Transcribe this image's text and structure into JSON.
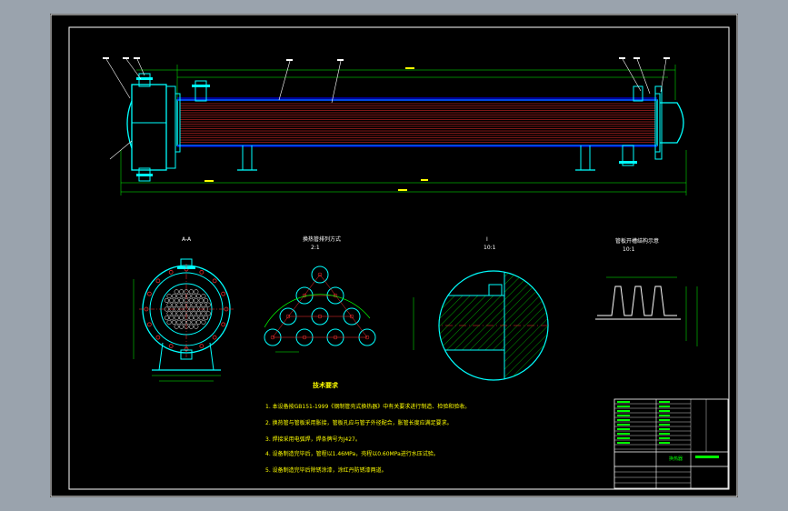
{
  "colors": {
    "paper_bg": "#9aa3ad",
    "sheet": "#000000",
    "frame": "#ffffff",
    "equipment": "#00ffff",
    "dimension": "#00ff00",
    "tubes": "#ff3030",
    "annotation": "#ffff00",
    "hatch": "#00ff00"
  },
  "views": {
    "section_aa_label": "A-A",
    "tube_layout_title": "换热管排列方式",
    "tube_layout_scale": "2:1",
    "detail_i_title": "I",
    "detail_i_scale": "10:1",
    "groove_title": "管板开槽结构示意",
    "groove_scale": "10:1"
  },
  "technical_requirements": {
    "title": "技术要求",
    "items": [
      "1. 本设备按GB151-1999《钢制管壳式换热器》中有关要求进行制造、检验和验收。",
      "2. 换热管与管板采用胀接，管板孔应与管子外径配合，胀管长度应满足要求。",
      "3. 焊接采用电弧焊，焊条牌号为J427。",
      "4. 设备制造完毕后，管程以1.46MPa，壳程以0.60MPa进行水压试验。",
      "5. 设备制造完毕后除锈涂漆，涂红丹防锈漆两道。"
    ]
  },
  "title_block": {
    "drawing_name": "换热器"
  }
}
